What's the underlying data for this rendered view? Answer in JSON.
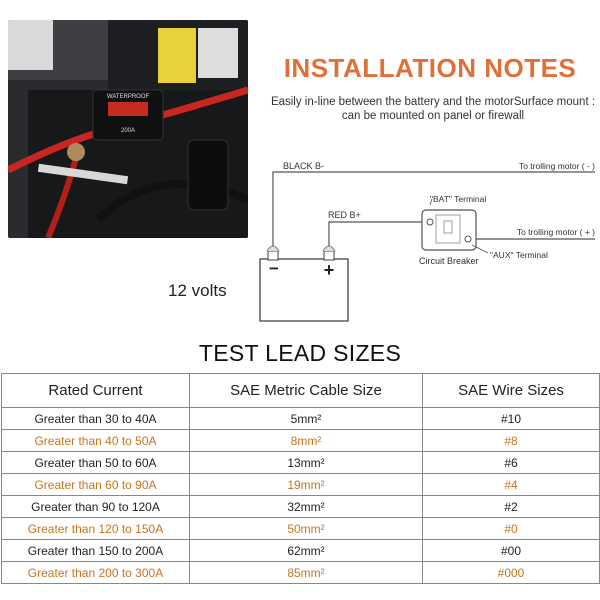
{
  "notes": {
    "title": "INSTALLATION NOTES",
    "description": "Easily in-line between the battery and the motorSurface mount : can be mounted on panel or firewall"
  },
  "photo": {
    "sticker_text": "WATERPROOF",
    "breaker_label": "200A"
  },
  "diagram": {
    "black_label": "BLACK B-",
    "red_label": "RED B+",
    "bat_terminal": "\"BAT\" Terminal",
    "aux_terminal": "\"AUX\" Terminal",
    "breaker_label": "Circuit Breaker",
    "motor_neg": "To trolling motor ( - )",
    "motor_pos": "To trolling motor ( + )",
    "minus": "−",
    "plus": "+",
    "volts": "12 volts",
    "colors": {
      "line": "#555555",
      "battery": "#444444",
      "terminal": "#bbbbbb"
    }
  },
  "test_leads": {
    "title": "TEST LEAD SIZES",
    "headers": [
      "Rated Current",
      "SAE Metric Cable Size",
      "SAE Wire Sizes"
    ],
    "rows": [
      [
        "Greater than 30 to 40A",
        "5mm²",
        "#10"
      ],
      [
        "Greater than 40 to 50A",
        "8mm²",
        "#8"
      ],
      [
        "Greater than 50 to 60A",
        "13mm²",
        "#6"
      ],
      [
        "Greater than 60 to 90A",
        "19mm²",
        "#4"
      ],
      [
        "Greater than 90 to 120A",
        "32mm²",
        "#2"
      ],
      [
        "Greater than 120 to 150A",
        "50mm²",
        "#0"
      ],
      [
        "Greater than 150 to 200A",
        "62mm²",
        "#00"
      ],
      [
        "Greater than 200 to 300A",
        "85mm²",
        "#000"
      ]
    ],
    "colors": {
      "alt_row_text": "#c8741e",
      "border": "#888888"
    }
  }
}
